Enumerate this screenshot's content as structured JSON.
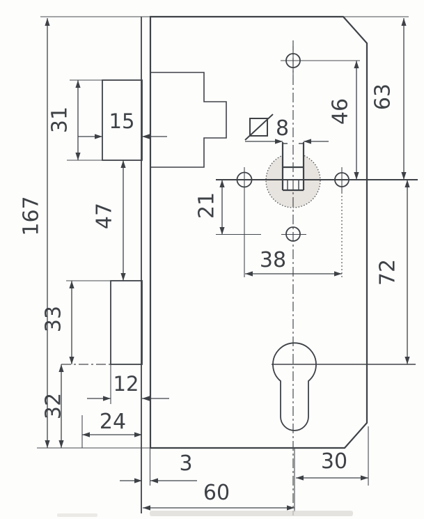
{
  "drawing": {
    "kind": "lock-case dimension drawing"
  },
  "colors": {
    "line": "#3e4246",
    "case_fill": "#f0eeea",
    "bolt_fill": "#e8e4df",
    "hub_fill": "#e7e3de",
    "background": "#fdfdfc"
  },
  "icons": {
    "square_section_symbol": "square-with-diagonal-slash"
  },
  "dims": {
    "overall_height": "167",
    "latch_height": "31",
    "latch_width": "15",
    "latch_to_bolt": "47",
    "bolt_height": "33",
    "below_axis": "32",
    "bolt_throw": "12",
    "bolt_total": "24",
    "faceplate_thickness": "3",
    "backset": "60",
    "behind_axis": "30",
    "spindle_square": "8",
    "axis_to_lower_hole": "21",
    "hole_spacing": "38",
    "upper_hole_to_axis": "46",
    "top_to_axis": "63",
    "axis_to_cylinder": "72"
  }
}
